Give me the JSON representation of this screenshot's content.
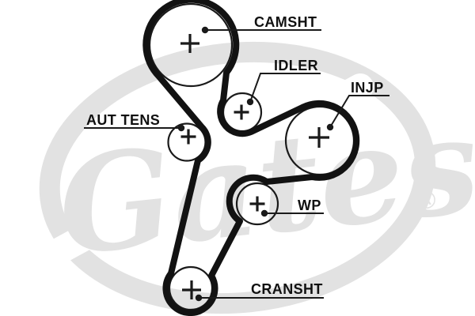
{
  "watermark": {
    "brand": "Gates",
    "registered": "®"
  },
  "pulleys": {
    "camsht": {
      "label": "CAMSHT"
    },
    "idler": {
      "label": "IDLER"
    },
    "injp": {
      "label": "INJP"
    },
    "aut_tens": {
      "label": "AUT TENS"
    },
    "wp": {
      "label": "WP"
    },
    "cransht": {
      "label": "CRANSHT"
    }
  },
  "colors": {
    "belt": "#121212",
    "outline": "#1a1a1a",
    "label_text": "#111111",
    "watermark": "#e2e2e2",
    "background": "#ffffff"
  }
}
